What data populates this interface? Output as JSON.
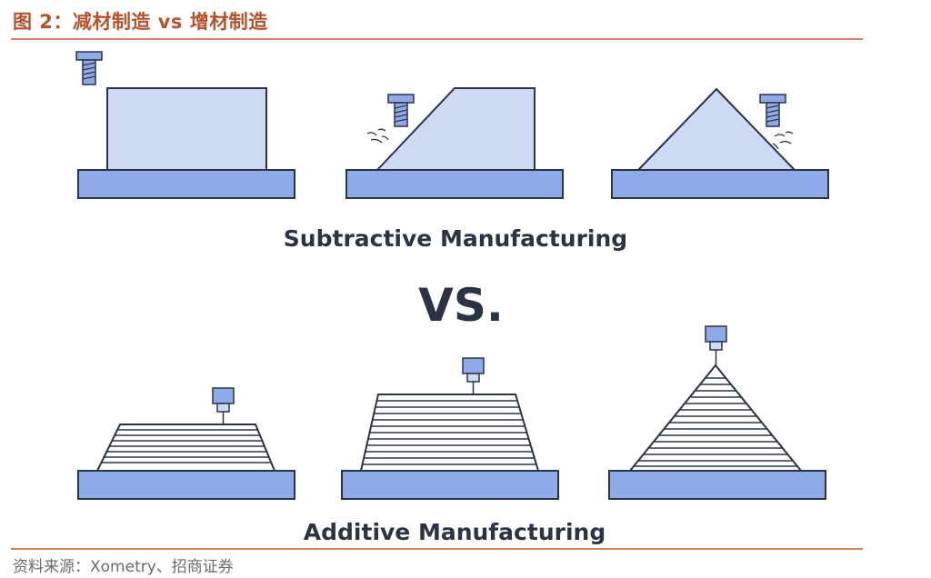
{
  "figure": {
    "title": "图 2：减材制造 vs 增材制造",
    "source": "资料来源：Xometry、招商证券"
  },
  "diagram": {
    "subtractive_label": "Subtractive Manufacturing",
    "vs_label": "VS.",
    "additive_label": "Additive Manufacturing"
  },
  "colors": {
    "title": "#b5522b",
    "rule": "#d3835c",
    "base_fill": "#8eaae8",
    "part_fill": "#ccdaf4",
    "outline": "#2c3345",
    "text": "#2c3345",
    "source": "#6b6b6b"
  },
  "icons": [
    "drill-bit-icon",
    "print-nozzle-icon",
    "metal-chips-icon"
  ]
}
